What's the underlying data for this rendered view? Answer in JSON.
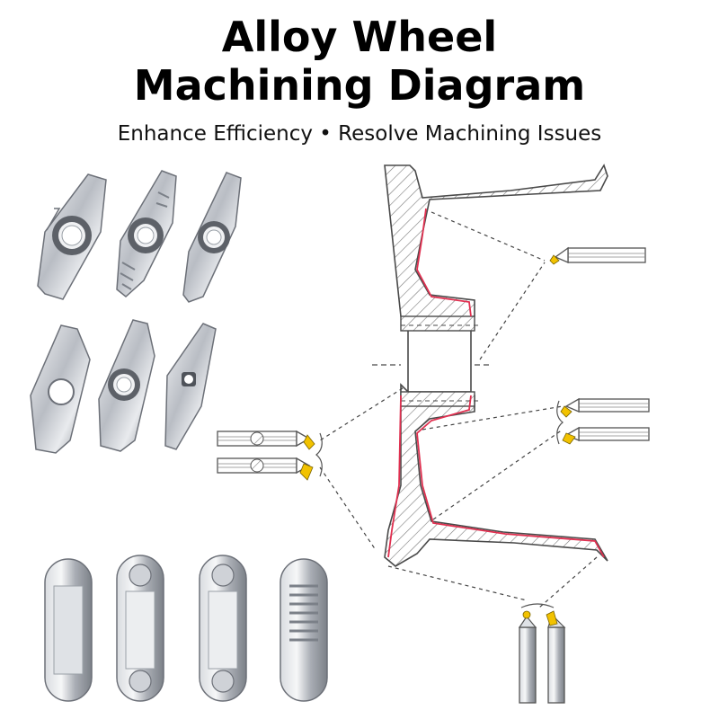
{
  "header": {
    "title_line1": "Alloy Wheel",
    "title_line2": "Machining Diagram",
    "subtitle": "Enhance Efficiency • Resolve Machining Issues"
  },
  "colors": {
    "background": "#ffffff",
    "outline": "#4a4a4a",
    "machined_surface": "#e03050",
    "insert_tip": "#f2c200",
    "steel_light": "#e6e8ec",
    "steel_dark": "#8c9098"
  },
  "icons": {
    "diamond_insert": "diamond-insert-icon",
    "rhombic_insert": "rhombic-insert-icon",
    "grooving_insert": "grooving-insert-icon",
    "boring_bar": "boring-bar-icon",
    "turning_holder": "turning-holder-icon"
  }
}
